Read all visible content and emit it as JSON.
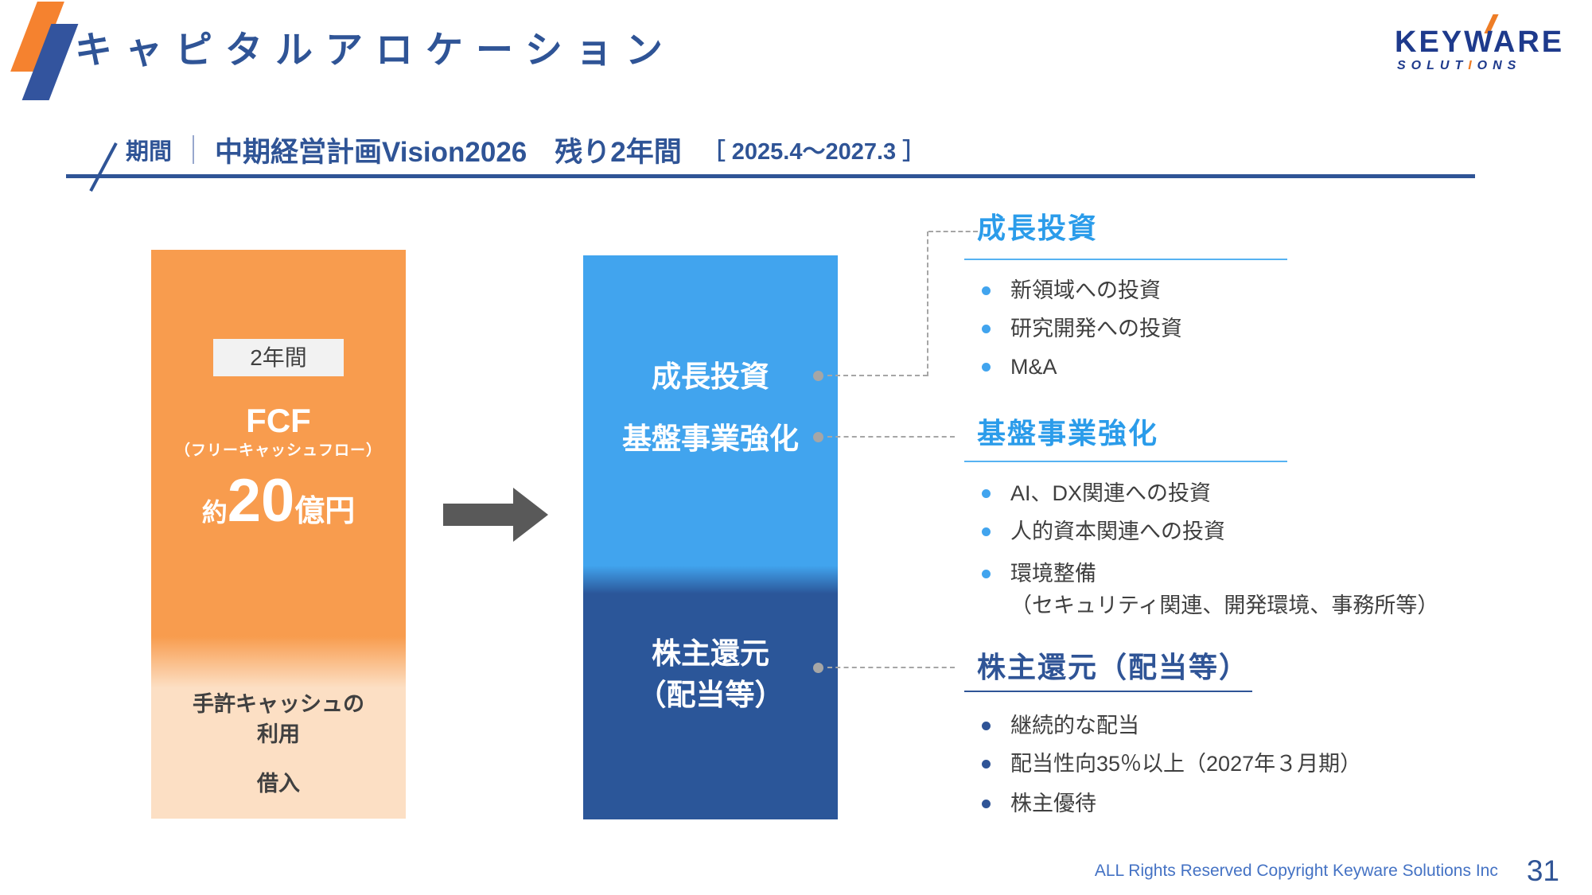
{
  "slide": {
    "title": "キャピタルアロケーション",
    "footer_text": "ALL Rights Reserved Copyright Keyware Solutions Inc",
    "page_number": "31"
  },
  "brand": {
    "name": "KEYWARE",
    "sub_prefix": "SOLUT",
    "sub_accent": "I",
    "sub_suffix": "ONS"
  },
  "period": {
    "label": "期間",
    "title": "中期経営計画Vision2026　残り2年間",
    "range": "［ 2025.4～2027.3 ］"
  },
  "fcf_box": {
    "tag": "2年間",
    "name": "FCF",
    "name_sub": "（フリーキャッシュフロー）",
    "amount_prefix": "約",
    "amount": "20",
    "amount_unit": "億円",
    "bottom_primary": "手許キャッシュの\n利用",
    "bottom_secondary": "借入"
  },
  "allocation_bar": {
    "growth_label": "成長投資",
    "base_label": "基盤事業強化",
    "return_label": "株主還元\n（配当等）"
  },
  "sections": [
    {
      "heading": "成長投資",
      "bullets": [
        "新領域への投資",
        "研究開発への投資",
        "M&A"
      ]
    },
    {
      "heading": "基盤事業強化",
      "bullets": [
        "AI、DX関連への投資",
        "人的資本関連への投資",
        "環境整備\n（セキュリティ関連、開発環境、事務所等）"
      ]
    },
    {
      "heading": "株主還元（配当等）",
      "bullets": [
        "継続的な配当",
        "配当性向35％以上（2027年３月期）",
        "株主優待"
      ]
    }
  ],
  "colors": {
    "accent_orange": "#F89C4E",
    "accent_orange_light": "#FCDFC4",
    "accent_blue_light": "#41A4EE",
    "accent_blue_dark": "#2B5699",
    "heading_navy": "#2F5496",
    "heading_sky": "#2B9CEA",
    "body_text_gray": "#3F3F3F",
    "connector_gray": "#A6A6A6",
    "arrow_gray": "#595959",
    "footer_blue": "#4472C4",
    "logo_navy": "#1E3A8C",
    "logo_orange": "#EE7D26"
  }
}
